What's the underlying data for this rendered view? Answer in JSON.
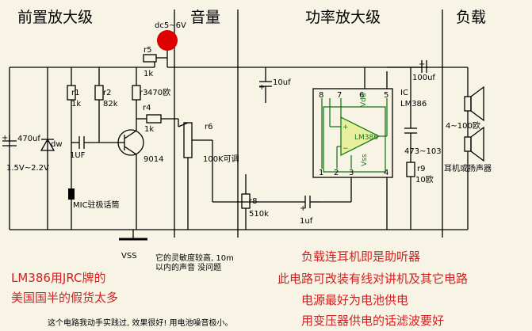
{
  "sections": {
    "preamp": "前置放大级",
    "volume": "音量",
    "power_amp": "功率放大级",
    "load": "负载"
  },
  "components": {
    "supply": "dc5~6V",
    "r5": "r5",
    "r5_val": "1k",
    "r1": "r1",
    "r1_val": "1k",
    "r2": "r2",
    "r2_val": "82k",
    "r3": "r3",
    "r3_val": "470欧",
    "r4": "r4",
    "r4_val": "1k",
    "r6": "r6",
    "r6_val": "100K可调",
    "r8": "r8",
    "r8_val": "510k",
    "r9": "r9",
    "r9_val": "10欧",
    "c1": "470uf",
    "c_in": "1UF",
    "c_10": "10uf",
    "c_1": "1uf",
    "c_out": "100uf",
    "c_473": "473~103",
    "zener": "dw",
    "zener_range": "1.5V~2.2V",
    "transistor": "9014",
    "mic": "MIC驻极话筒",
    "ic_label": "IC",
    "ic_name": "LM386",
    "ic_chip": "LM386",
    "vdd": "Vdd",
    "vss_pin": "Vss",
    "speaker_range": "4~100欧",
    "speaker": "耳机或扬声器",
    "vss": "VSS",
    "pin8": "8",
    "pin7": "7",
    "pin6": "6",
    "pin5": "5",
    "pin1": "1",
    "pin2": "2",
    "pin3": "3",
    "pin4": "4"
  },
  "notes": {
    "sensitivity_1": "它的灵敏度较高, 10m",
    "sensitivity_2": "以内的声音 没问题",
    "lm386_1": "LM386用JRC牌的",
    "lm386_2": "美国国半的假货太多",
    "load_note": "负载连耳机即是助听器",
    "mod_note": "此电路可改装有线对讲机及其它电路",
    "power_note_1": "电源最好为电池供电",
    "power_note_2": "用变压器供电的话滤波要好",
    "footer": "这个电路我动手实践过, 效果很好! 用电池噪音极小。"
  },
  "colors": {
    "wire": "#000000",
    "ic_wire": "#1a7a1a",
    "ic_fill": "#e8f0a0",
    "note_red": "#d42020",
    "supply_dot": "#dd0000"
  }
}
